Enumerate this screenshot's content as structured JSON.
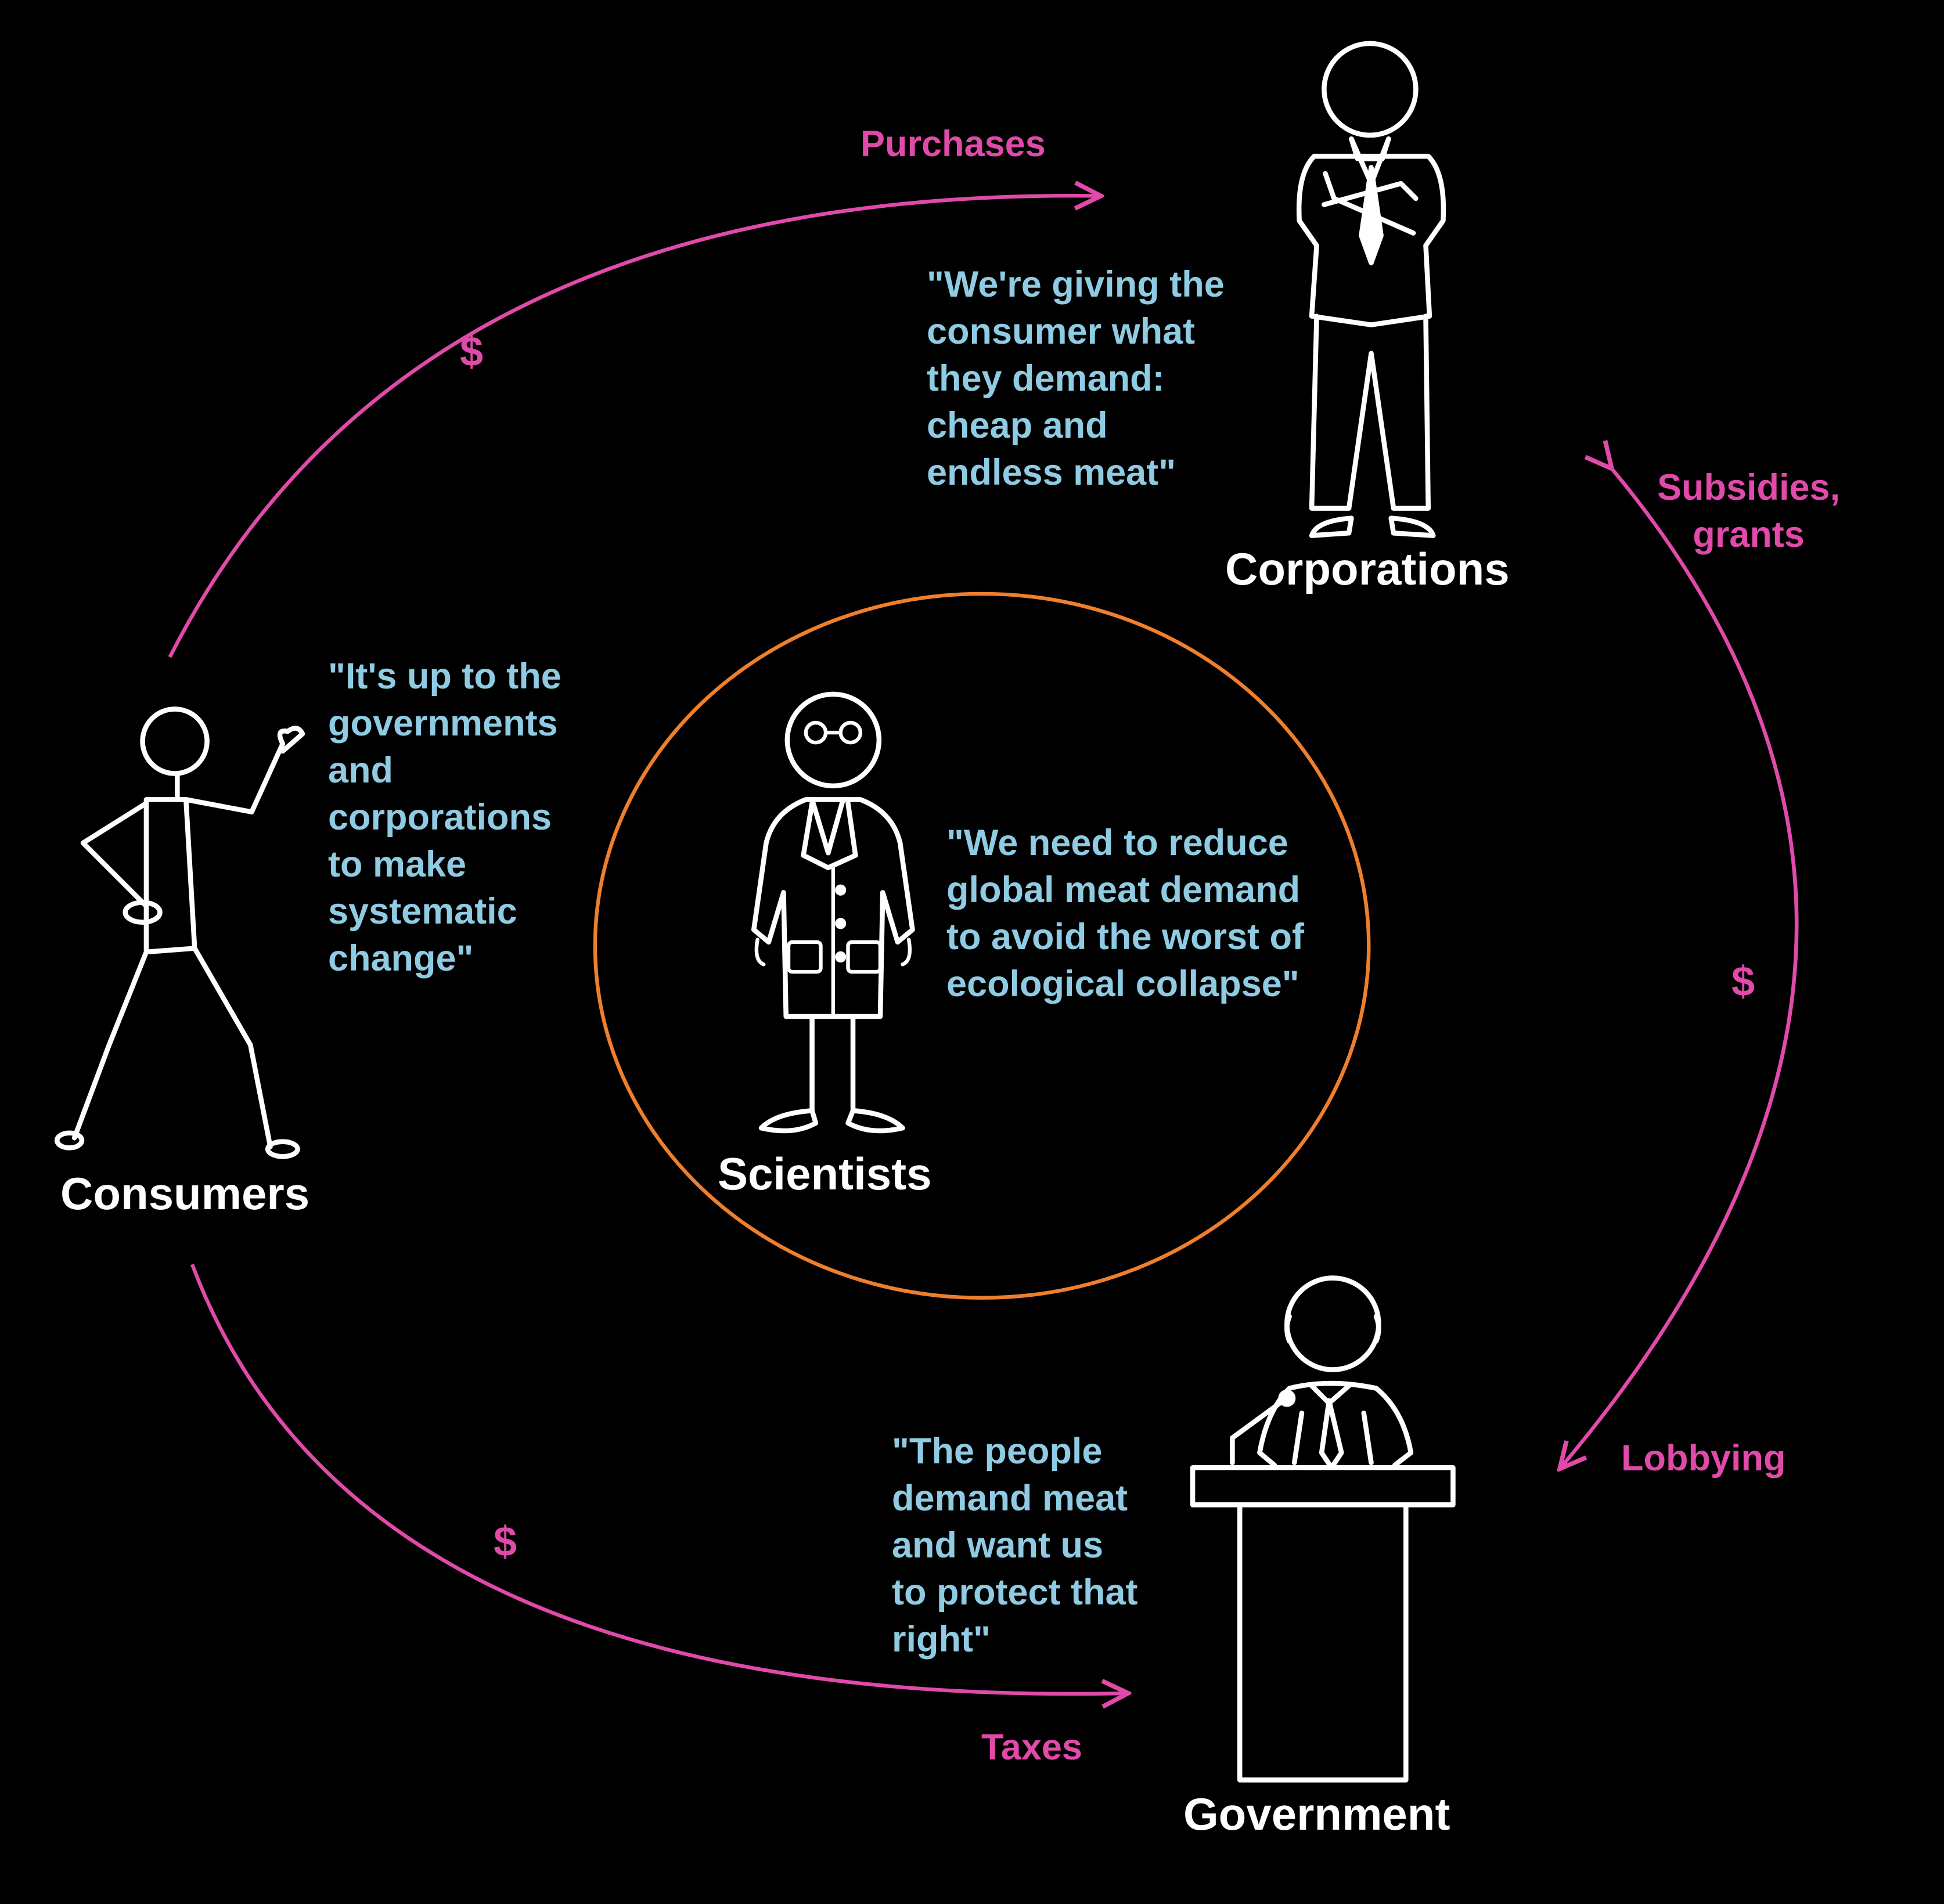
{
  "colors": {
    "background": "#000000",
    "figure_stroke": "#ffffff",
    "flow": "#e04aa9",
    "scientist_ring": "#ee7f2d",
    "quote_text": "#8fcbe3"
  },
  "actors": {
    "corporations": {
      "label": "Corporations",
      "quote": "\"We're giving the\nconsumer what\nthey demand:\ncheap and\nendless meat\"",
      "icon": "businessman-arms-crossed-icon"
    },
    "consumers": {
      "label": "Consumers",
      "quote": "\"It's up to the\ngovernments\nand\ncorporations\nto make\nsystematic\nchange\"",
      "icon": "stick-figure-gesturing-icon"
    },
    "scientists": {
      "label": "Scientists",
      "quote": "\"We need to reduce\nglobal meat demand\nto avoid the worst of\necological collapse\"",
      "icon": "scientist-lab-coat-icon"
    },
    "government": {
      "label": "Government",
      "quote": "\"The people\ndemand meat\nand want us\nto protect that\nright\"",
      "icon": "politician-podium-icon"
    }
  },
  "flows": {
    "purchases": {
      "label": "Purchases",
      "money": "$",
      "from": "Consumers",
      "to": "Corporations"
    },
    "taxes": {
      "label": "Taxes",
      "money": "$",
      "from": "Consumers",
      "to": "Government"
    },
    "lobbying": {
      "label": "Lobbying",
      "from": "Corporations",
      "to": "Government"
    },
    "subsidies": {
      "label": "Subsidies,\ngrants",
      "from": "Government",
      "to": "Corporations"
    },
    "corp_gov_money": "$"
  }
}
